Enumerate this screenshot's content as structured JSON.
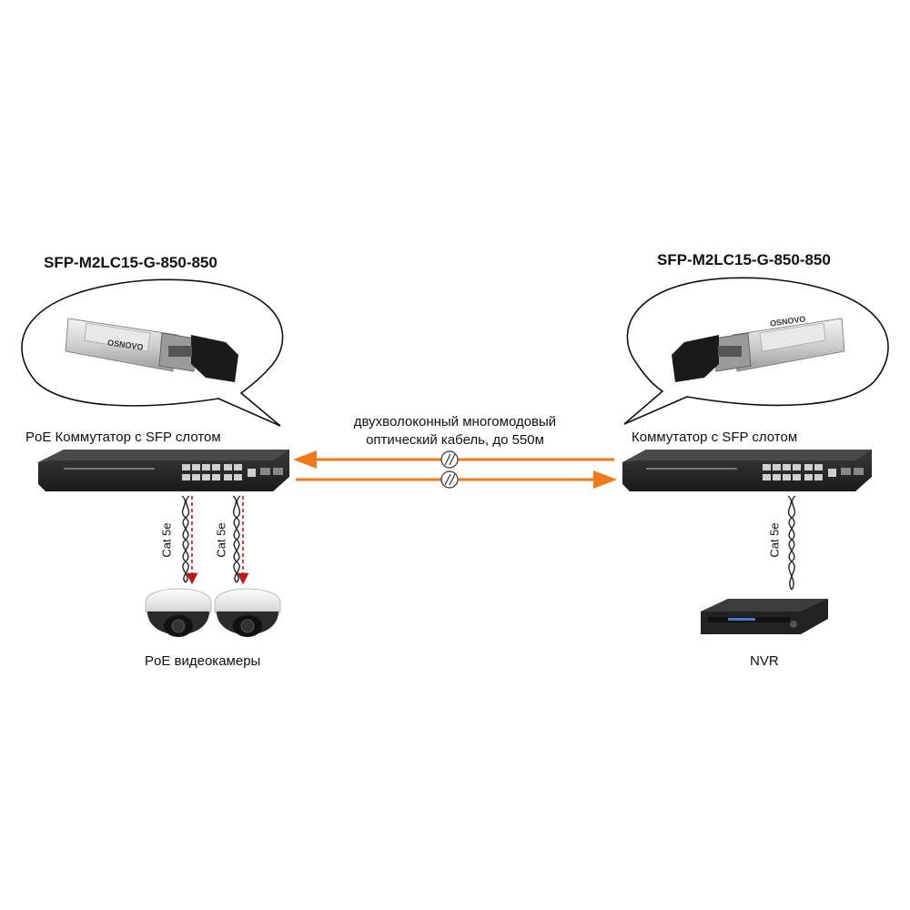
{
  "left": {
    "module_title": "SFP-M2LC15-G-850-850",
    "switch_label": "PoE Коммутатор с SFP слотом",
    "cable_label_1": "Cat 5e",
    "cable_label_2": "Cat 5e",
    "cameras_label": "PoE видеокамеры",
    "module_brand": "OSNOVO"
  },
  "right": {
    "module_title": "SFP-M2LC15-G-850-850",
    "switch_label": "Коммутатор с SFP слотом",
    "cable_label": "Cat 5e",
    "nvr_label": "NVR",
    "module_brand": "OSNOVO"
  },
  "link": {
    "line1": "двухволоконный многомодовый",
    "line2": "оптический кабель, до 550м"
  },
  "colors": {
    "fiber": "#f07a1a",
    "poe_arrow": "#c01818",
    "switch_body": "#2a2a2a"
  }
}
